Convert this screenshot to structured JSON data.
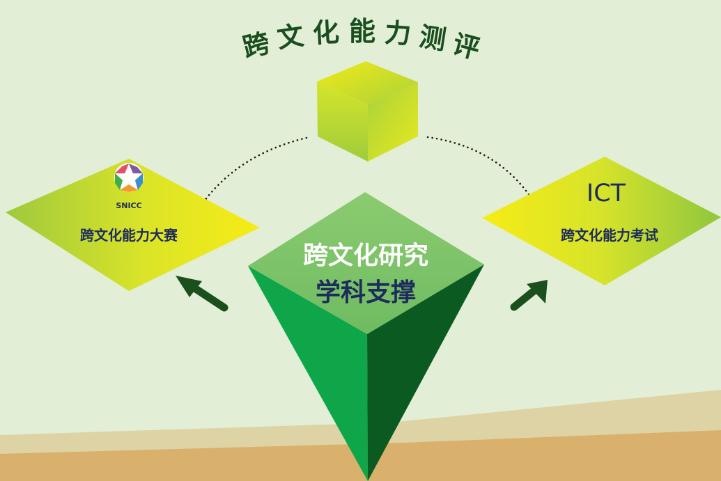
{
  "title": "跨文化能力测评",
  "left_card": {
    "logo_text": "SNICC",
    "label": "跨文化能力大赛"
  },
  "right_card": {
    "heading": "ICT",
    "label": "跨文化能力考试"
  },
  "center": {
    "line1": "跨文化研究",
    "line2": "学科支撑"
  },
  "colors": {
    "background": "#e2eed5",
    "ground_light": "#ddd3a4",
    "ground_dark": "#d9b16c",
    "title": "#1a4d1f",
    "card_label": "#1d2c5c",
    "arrow": "#1b4f1e",
    "pyramid_top": "#7cc36b",
    "pyramid_left": "#0fa64a",
    "pyramid_right": "#0b5a22",
    "cube_top": "#d4e82a",
    "diamond_gradient": [
      "#f7ec15",
      "#93c83c"
    ]
  }
}
